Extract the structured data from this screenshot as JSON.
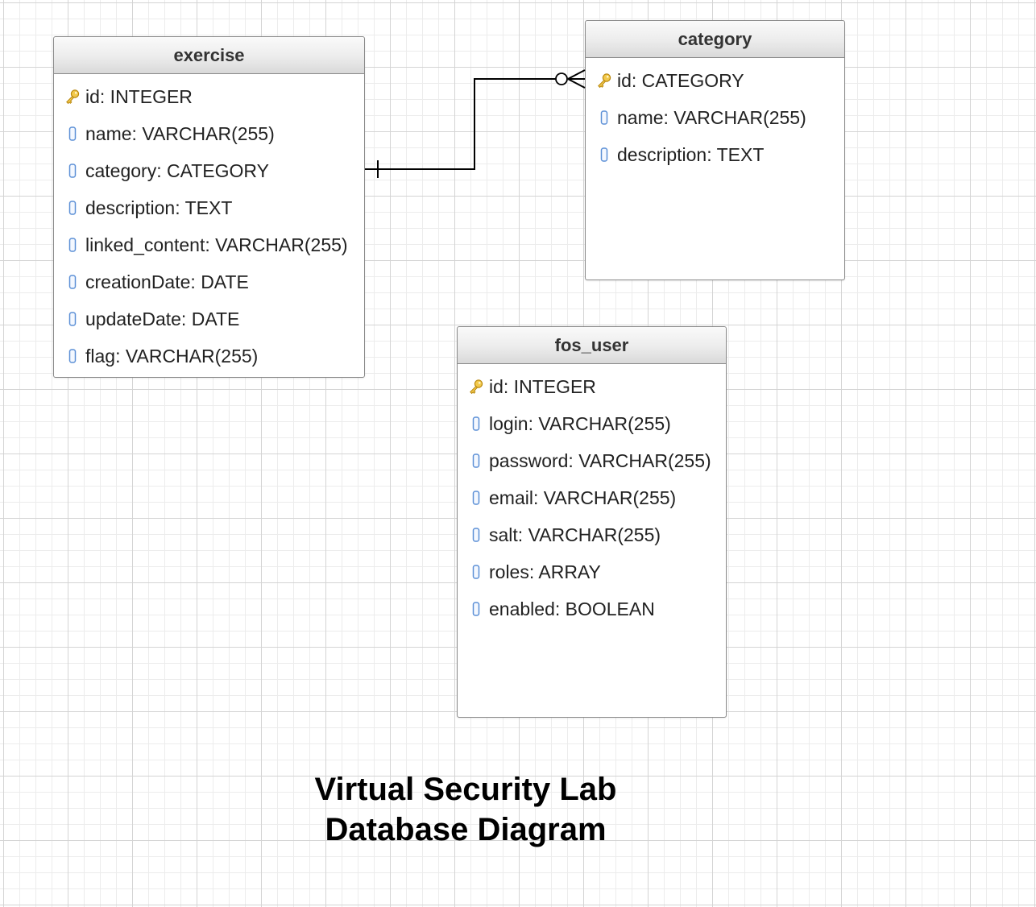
{
  "diagram": {
    "title_line1": "Virtual Security Lab",
    "title_line2": "Database Diagram"
  },
  "colors": {
    "grid_major": "#d4d4d4",
    "grid_minor": "#ececec",
    "header_gradient_top": "#fafafa",
    "header_gradient_bottom": "#d9d9d9",
    "key_icon": "#e0a81c",
    "field_icon": "#5b8fd6",
    "connector": "#000000"
  },
  "entities": {
    "exercise": {
      "name": "exercise",
      "fields": [
        {
          "label": "id: INTEGER",
          "icon": "key-icon"
        },
        {
          "label": "name: VARCHAR(255)",
          "icon": "field-icon"
        },
        {
          "label": "category: CATEGORY",
          "icon": "field-icon"
        },
        {
          "label": "description: TEXT",
          "icon": "field-icon"
        },
        {
          "label": "linked_content: VARCHAR(255)",
          "icon": "field-icon"
        },
        {
          "label": "creationDate: DATE",
          "icon": "field-icon"
        },
        {
          "label": "updateDate: DATE",
          "icon": "field-icon"
        },
        {
          "label": "flag: VARCHAR(255)",
          "icon": "field-icon"
        }
      ]
    },
    "category": {
      "name": "category",
      "fields": [
        {
          "label": "id: CATEGORY",
          "icon": "key-icon"
        },
        {
          "label": "name: VARCHAR(255)",
          "icon": "field-icon"
        },
        {
          "label": "description: TEXT",
          "icon": "field-icon"
        }
      ]
    },
    "fos_user": {
      "name": "fos_user",
      "fields": [
        {
          "label": "id: INTEGER",
          "icon": "key-icon"
        },
        {
          "label": "login: VARCHAR(255)",
          "icon": "field-icon"
        },
        {
          "label": "password: VARCHAR(255)",
          "icon": "field-icon"
        },
        {
          "label": "email: VARCHAR(255)",
          "icon": "field-icon"
        },
        {
          "label": "salt: VARCHAR(255)",
          "icon": "field-icon"
        },
        {
          "label": "roles: ARRAY",
          "icon": "field-icon"
        },
        {
          "label": "enabled: BOOLEAN",
          "icon": "field-icon"
        }
      ]
    }
  },
  "relationships": [
    {
      "from": "exercise.category",
      "to": "category.id",
      "from_cardinality": "one",
      "to_cardinality": "zero-or-many"
    }
  ]
}
